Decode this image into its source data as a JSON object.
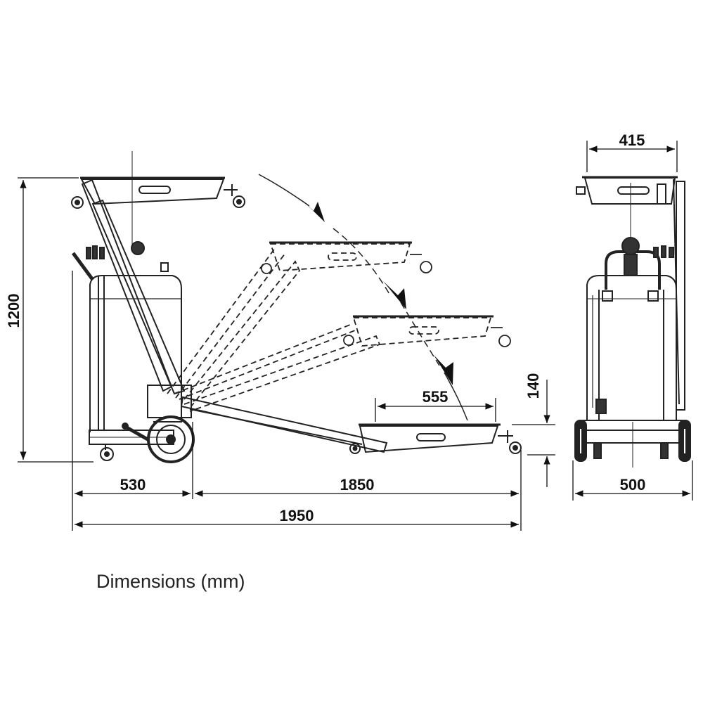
{
  "dimensions": {
    "height_total": "1200",
    "base_depth": "530",
    "reach": "1850",
    "length_total": "1950",
    "tray_length": "555",
    "tray_height": "140",
    "tray_width": "415",
    "base_width": "500"
  },
  "caption": "Dimensions (mm)"
}
